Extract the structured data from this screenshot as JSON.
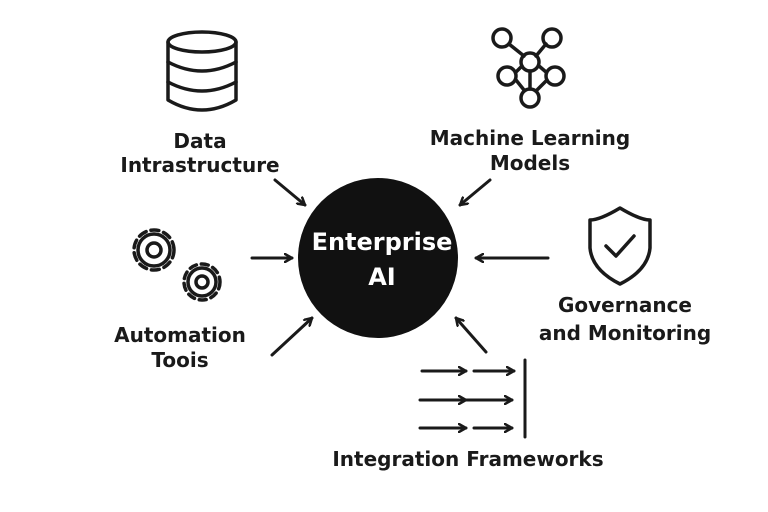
{
  "center": {
    "line1": "Enterprise",
    "line2": "AI"
  },
  "nodes": [
    {
      "icon": "database-icon",
      "line1": "Data",
      "line2": "Intrastructure"
    },
    {
      "icon": "network-icon",
      "line1": "Machine Learning",
      "line2": "Models"
    },
    {
      "icon": "gears-icon",
      "line1": "Automation",
      "line2": "Toois"
    },
    {
      "icon": "shield-check-icon",
      "line1": "Governance",
      "line2": "and Monitoring"
    },
    {
      "icon": "arrows-flow-icon",
      "line1": "Integration Frameworks"
    }
  ],
  "colors": {
    "center_fill": "#111111",
    "stroke": "#1a1a1a"
  }
}
